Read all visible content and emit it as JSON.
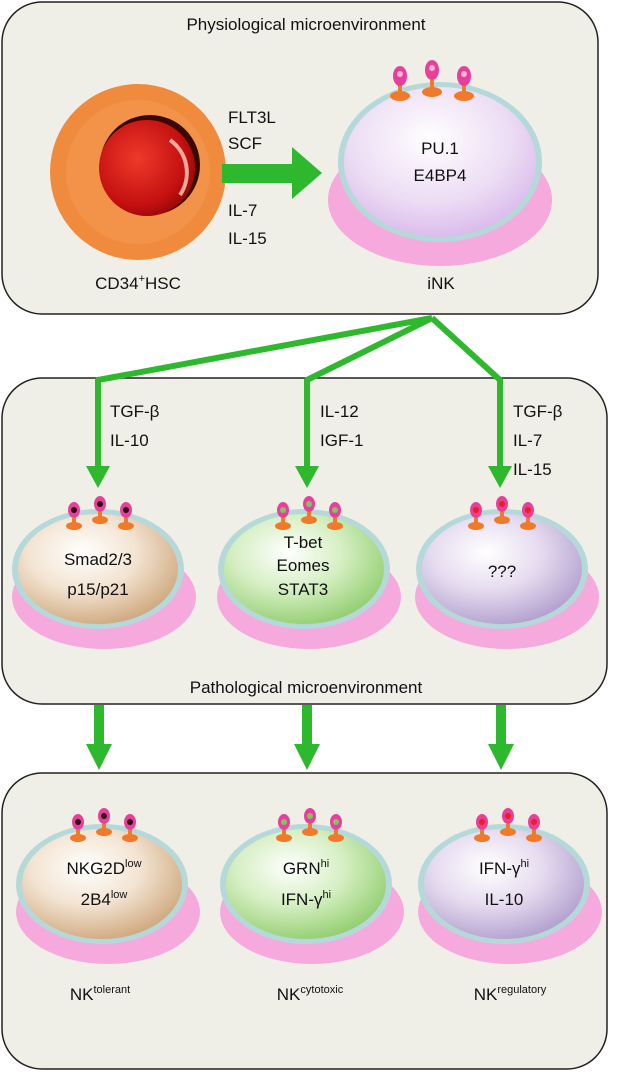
{
  "panels": {
    "physiological": {
      "title": "Physiological microenvironment"
    },
    "pathological": {
      "title": "Pathological microenvironment"
    }
  },
  "hsc": {
    "label_main": "CD34",
    "label_sup": "+",
    "label_end": "HSC"
  },
  "hsc_factors": [
    "FLT3L",
    "SCF",
    "IL-7",
    "IL-15"
  ],
  "ink": {
    "label": "iNK",
    "factors": [
      "PU.1",
      "E4BP4"
    ]
  },
  "branches": [
    {
      "signals": [
        "TGF-β",
        "IL-10"
      ]
    },
    {
      "signals": [
        "IL-12",
        "IGF-1"
      ]
    },
    {
      "signals": [
        "TGF-β",
        "IL-7",
        "IL-15"
      ]
    }
  ],
  "intermediate_cells": [
    {
      "lines": [
        "Smad2/3",
        "p15/p21"
      ],
      "color": "#d8b48c"
    },
    {
      "lines": [
        "T-bet",
        "Eomes",
        "STAT3"
      ],
      "color": "#a9d88a"
    },
    {
      "lines": [
        "???"
      ],
      "color": "#c9b8e0"
    }
  ],
  "final_cells": [
    {
      "line1": {
        "base": "NKG2D",
        "sup": "low"
      },
      "line2": {
        "base": "2B4",
        "sup": "low"
      },
      "name": {
        "base": "NK",
        "sup": "tolerant"
      },
      "color": "#d8b48c"
    },
    {
      "line1": {
        "base": "GRN",
        "sup": "hi"
      },
      "line2": {
        "base": "IFN-γ",
        "sup": "hi"
      },
      "name": {
        "base": "NK",
        "sup": "cytotoxic"
      },
      "color": "#a9d88a"
    },
    {
      "line1": {
        "base": "IFN-γ",
        "sup": "hi"
      },
      "line2": {
        "base": "IL-10",
        "sup": ""
      },
      "name": {
        "base": "NK",
        "sup": "regulatory"
      },
      "color": "#c9b8e0"
    }
  ],
  "colors": {
    "panel_fill": "#efefe8",
    "arrow": "#2eb82e",
    "hsc_outer": "#f08a3c",
    "hsc_nucleus": "#c81414",
    "membrane": "#f6a9dc",
    "receptor_head": "#e8409a",
    "receptor_stem": "#f07a2a"
  }
}
